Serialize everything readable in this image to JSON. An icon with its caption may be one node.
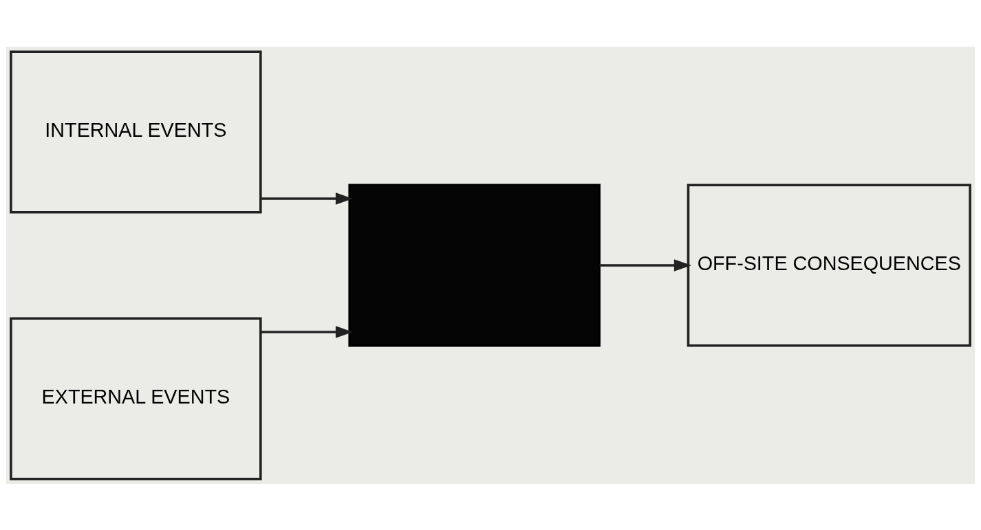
{
  "diagram": {
    "nodes": [
      {
        "text": [
          "INTERNAL EVENTS"
        ]
      },
      {
        "text": [
          "EXTERNAL EVENTS"
        ]
      },
      {
        "text": [],
        "shape": "box"
      },
      {
        "text": [
          "OFF-SITE CONSEQUENCES"
        ]
      }
    ],
    "edges": [
      {
        "from": 0,
        "to": 2,
        "arrow": "to"
      },
      {
        "from": 1,
        "to": 2,
        "arrow": "to"
      },
      {
        "from": 2,
        "to": 3,
        "arrow": "to"
      }
    ]
  }
}
